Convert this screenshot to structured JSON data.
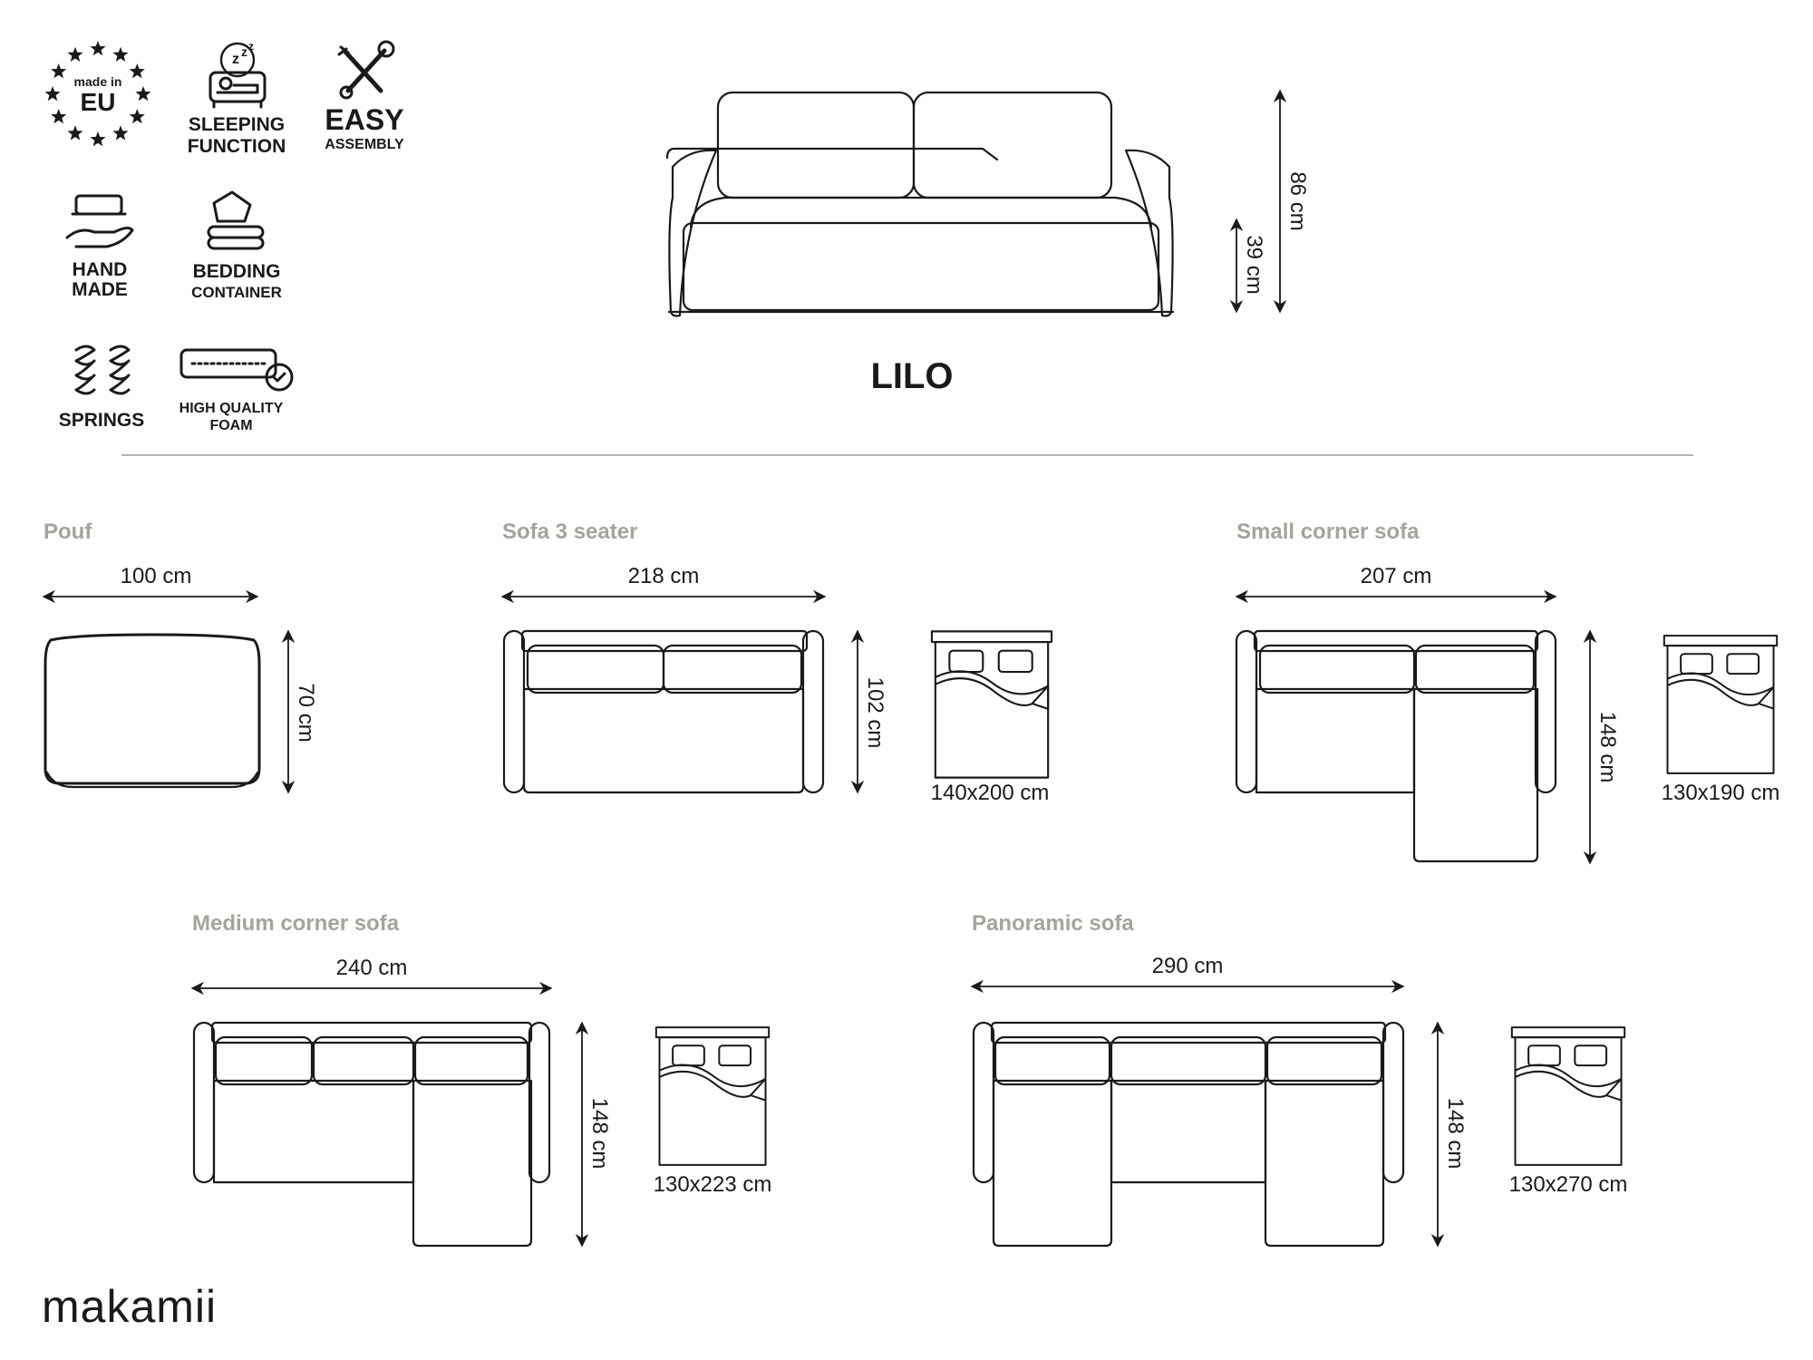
{
  "features": [
    {
      "name": "made-in-eu",
      "line1": "made in",
      "line2": "EU"
    },
    {
      "name": "sleeping-function",
      "line1": "SLEEPING",
      "line2": "FUNCTION"
    },
    {
      "name": "easy-assembly",
      "line1": "EASY",
      "line2": "ASSEMBLY"
    },
    {
      "name": "hand-made",
      "line1": "HAND",
      "line2": "MADE"
    },
    {
      "name": "bedding-container",
      "line1": "BEDDING",
      "line2": "CONTAINER"
    },
    {
      "name": "springs",
      "line1": "SPRINGS"
    },
    {
      "name": "high-quality-foam",
      "line1": "HIGH QUALITY",
      "line2": "FOAM"
    }
  ],
  "product": {
    "name": "LILO",
    "total_height": "86 cm",
    "seat_height": "39 cm"
  },
  "variants": [
    {
      "label": "Pouf",
      "width": "100 cm",
      "depth": "70 cm"
    },
    {
      "label": "Sofa 3 seater",
      "width": "218 cm",
      "depth": "102 cm",
      "bed": "140x200 cm"
    },
    {
      "label": "Small corner sofa",
      "width": "207 cm",
      "depth": "148 cm",
      "bed": "130x190 cm"
    },
    {
      "label": "Medium corner sofa",
      "width": "240 cm",
      "depth": "148 cm",
      "bed": "130x223 cm"
    },
    {
      "label": "Panoramic sofa",
      "width": "290 cm",
      "depth": "148 cm",
      "bed": "130x270 cm"
    }
  ],
  "brand": "makamii",
  "colors": {
    "line": "#1a1a1a",
    "section_label": "#a2a69a",
    "divider": "#9a9a9a"
  }
}
